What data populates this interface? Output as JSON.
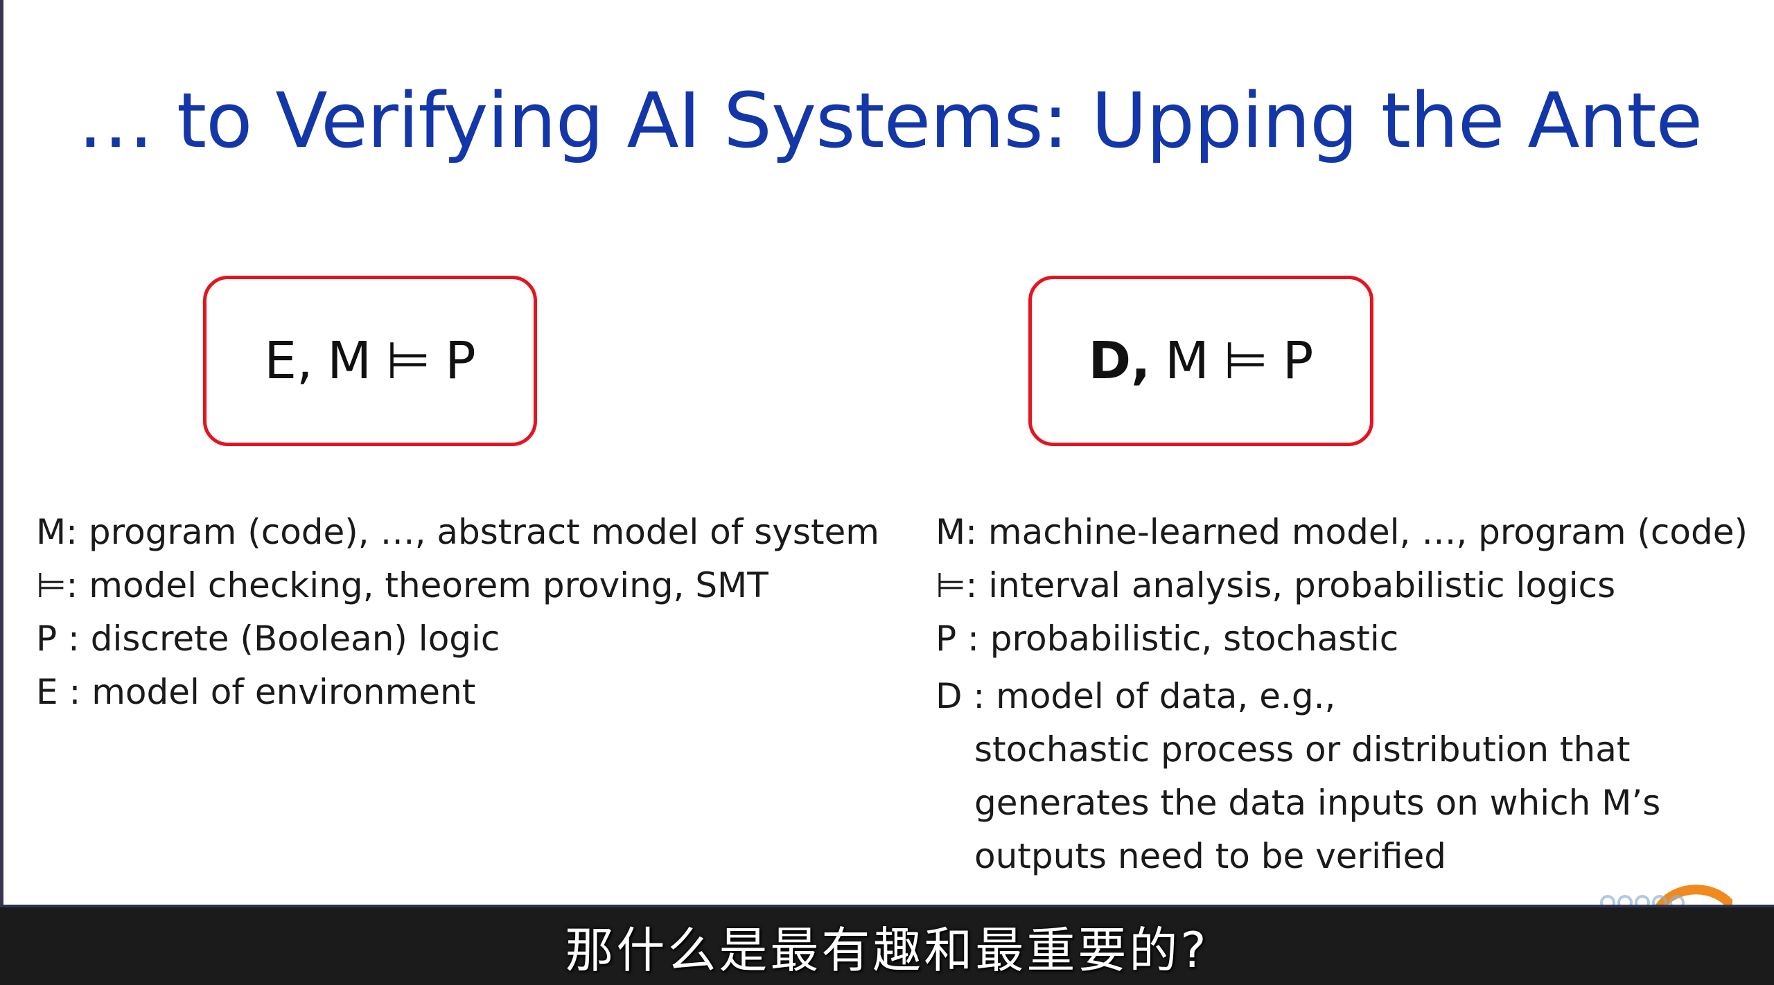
{
  "slide": {
    "title": "… to Verifying AI Systems: Upping the Ante",
    "left_formula": {
      "e": "E,",
      "m": "M",
      "models": "⊨",
      "p": "P"
    },
    "right_formula": {
      "d": "D,",
      "m": "M",
      "models": "⊨",
      "p": "P"
    },
    "left_definitions": [
      "M: program (code), …, abstract model of system",
      "⊨:  model checking, theorem proving, SMT",
      "P :  discrete (Boolean) logic",
      "E :  model of environment"
    ],
    "right_definitions": [
      "M: machine-learned model, …, program (code)",
      "⊨: interval analysis, probabilistic logics",
      "P : probabilistic, stochastic",
      "D : model of data, e.g.,",
      "stochastic process or distribution that",
      "generates the data inputs on which M’s",
      "outputs need to be verified"
    ],
    "colors": {
      "title": "#1336a8",
      "box_border": "#e5141f",
      "text": "#1a1a1a"
    }
  },
  "subtitle": {
    "text": "那什么是最有趣和最重要的?"
  }
}
